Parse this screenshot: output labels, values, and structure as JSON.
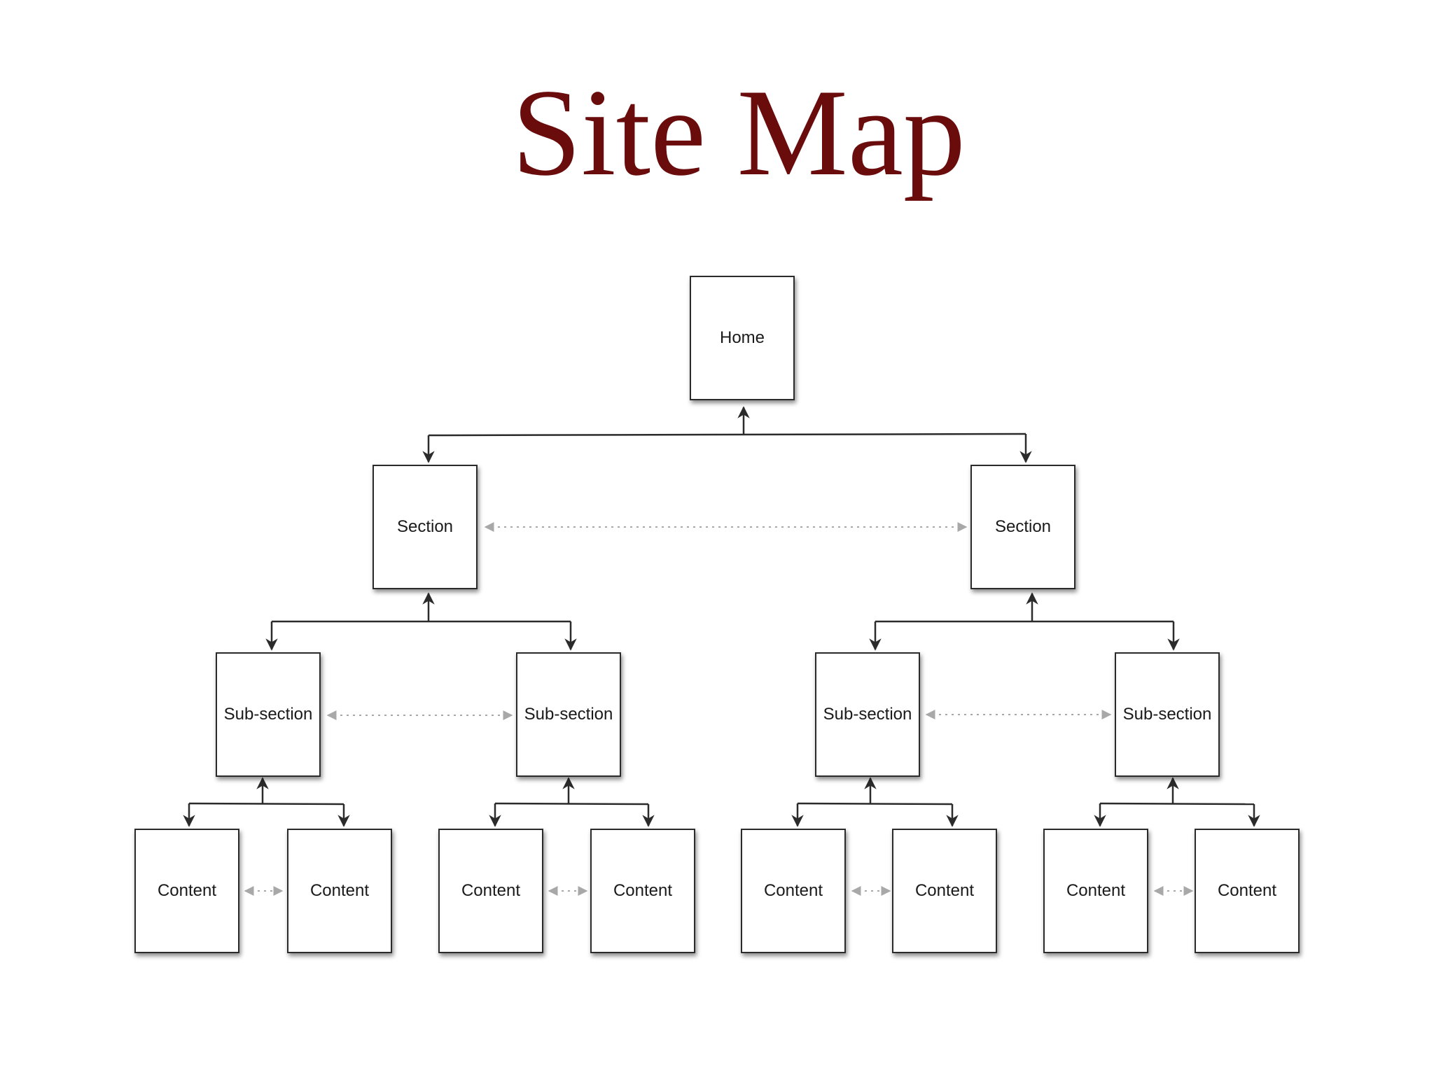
{
  "title": "Site Map",
  "diagram": {
    "home": "Home",
    "sections": [
      "Section",
      "Section"
    ],
    "subsections": [
      "Sub-section",
      "Sub-section",
      "Sub-section",
      "Sub-section"
    ],
    "contents": [
      "Content",
      "Content",
      "Content",
      "Content",
      "Content",
      "Content",
      "Content",
      "Content"
    ]
  },
  "colors": {
    "title": "#6b0c0c",
    "solid_connector": "#2b2b2b",
    "dotted_connector": "#a8a8a8"
  }
}
